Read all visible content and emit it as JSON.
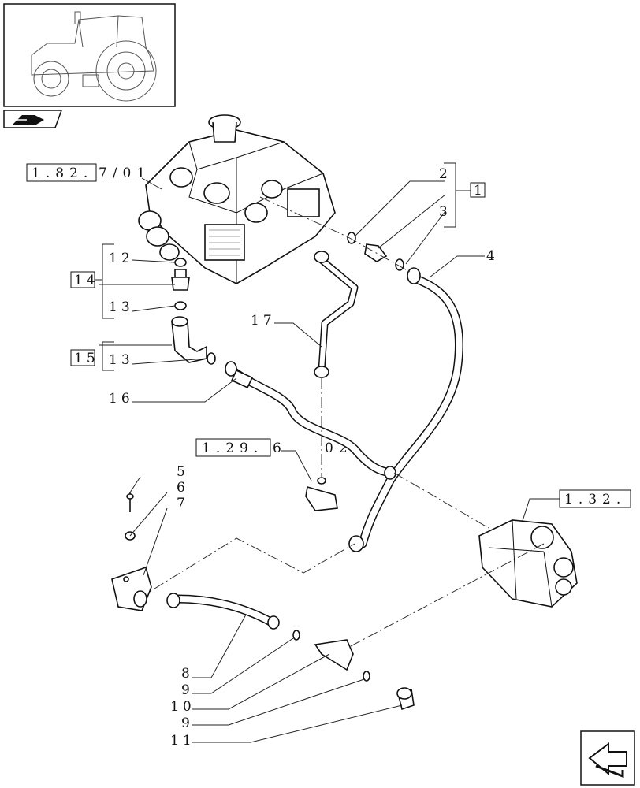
{
  "labels": {
    "ref_1_82": "1.82.",
    "ref_7_01": "7/01",
    "ref_1_29": "1.29.",
    "ref_6": "6",
    "ref_02": "02",
    "ref_1_32": "1.32.",
    "box_1": "1",
    "box_14": "14",
    "box_15": "15",
    "n2": "2",
    "n3": "3",
    "n4": "4",
    "n5": "5",
    "n6": "6",
    "n7": "7",
    "n8": "8",
    "n9a": "9",
    "n10": "10",
    "n9b": "9",
    "n11": "11",
    "n12": "12",
    "n13a": "13",
    "n13b": "13",
    "n16": "16",
    "n17": "17"
  },
  "icons": {
    "thumbnail": "tractor-thumbnail-icon",
    "section": "book-section-icon",
    "nav": "next-page-arrow-icon"
  }
}
